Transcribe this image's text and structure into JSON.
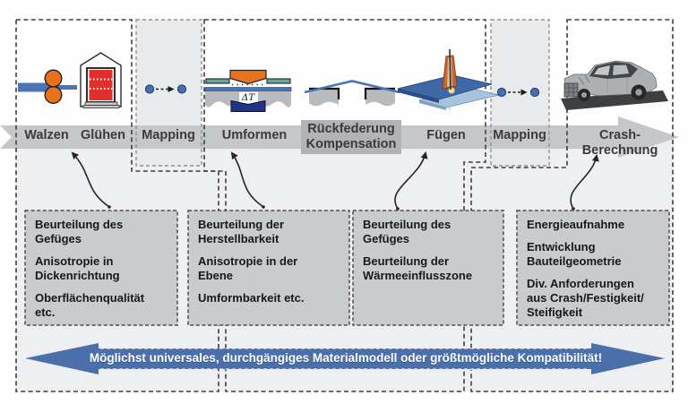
{
  "process_chain": {
    "stages": [
      {
        "label": "Walzen",
        "icon": "rolling-mill-icon"
      },
      {
        "label": "Glühen",
        "icon": "annealing-furnace-icon"
      },
      {
        "label": "Mapping",
        "icon": "mapping-dots-icon"
      },
      {
        "label": "Umformen",
        "icon": "deep-drawing-tool-icon"
      },
      {
        "label": "Rückfederung\nKompensation",
        "icon": "springback-sheet-icon"
      },
      {
        "label": "Fügen",
        "icon": "welding-torch-icon"
      },
      {
        "label": "Mapping",
        "icon": "mapping-dots-icon"
      },
      {
        "label": "Crash-Berechnung",
        "icon": "crashed-car-icon"
      }
    ]
  },
  "forming_tool": {
    "delta_t_label": "ΔT"
  },
  "annotations": [
    {
      "paragraphs": [
        "Beurteilung des\nGefüges",
        "Anisotropie in\nDickenrichtung",
        "Oberflächenqualität\netc."
      ]
    },
    {
      "paragraphs": [
        "Beurteilung der\nHerstellbarkeit",
        "Anisotropie in der\nEbene",
        "Umformbarkeit etc."
      ]
    },
    {
      "paragraphs": [
        "Beurteilung des\nGefüges",
        "Beurteilung der\nWärmeeinflusszone"
      ]
    },
    {
      "paragraphs": [
        "Energieaufnahme",
        "Entwicklung\nBauteilgeometrie",
        "Div. Anforderungen\naus Crash/Festigkeit/\nSteifigkeit"
      ]
    }
  ],
  "banner": {
    "text": "Möglichst universales, durchgängiges Materialmodell oder größtmögliche Kompatibilität!"
  },
  "colors": {
    "band_gray": "#c5c7ca",
    "band_highlight": "#b1b3b7",
    "lower_bg": "#edeff1",
    "mapping_fill": "#e8eaec",
    "annotation_fill": "#c9cbce",
    "banner_blue": "#4b70a9",
    "sheet_blue": "#4a74b4",
    "roll_orange": "#e8721c",
    "furnace_red": "#e22f2a",
    "punch_orange": "#e8731e",
    "die_navy": "#20348c",
    "holder_teal": "#64aaa4",
    "dot_blue": "#4a6fad"
  }
}
